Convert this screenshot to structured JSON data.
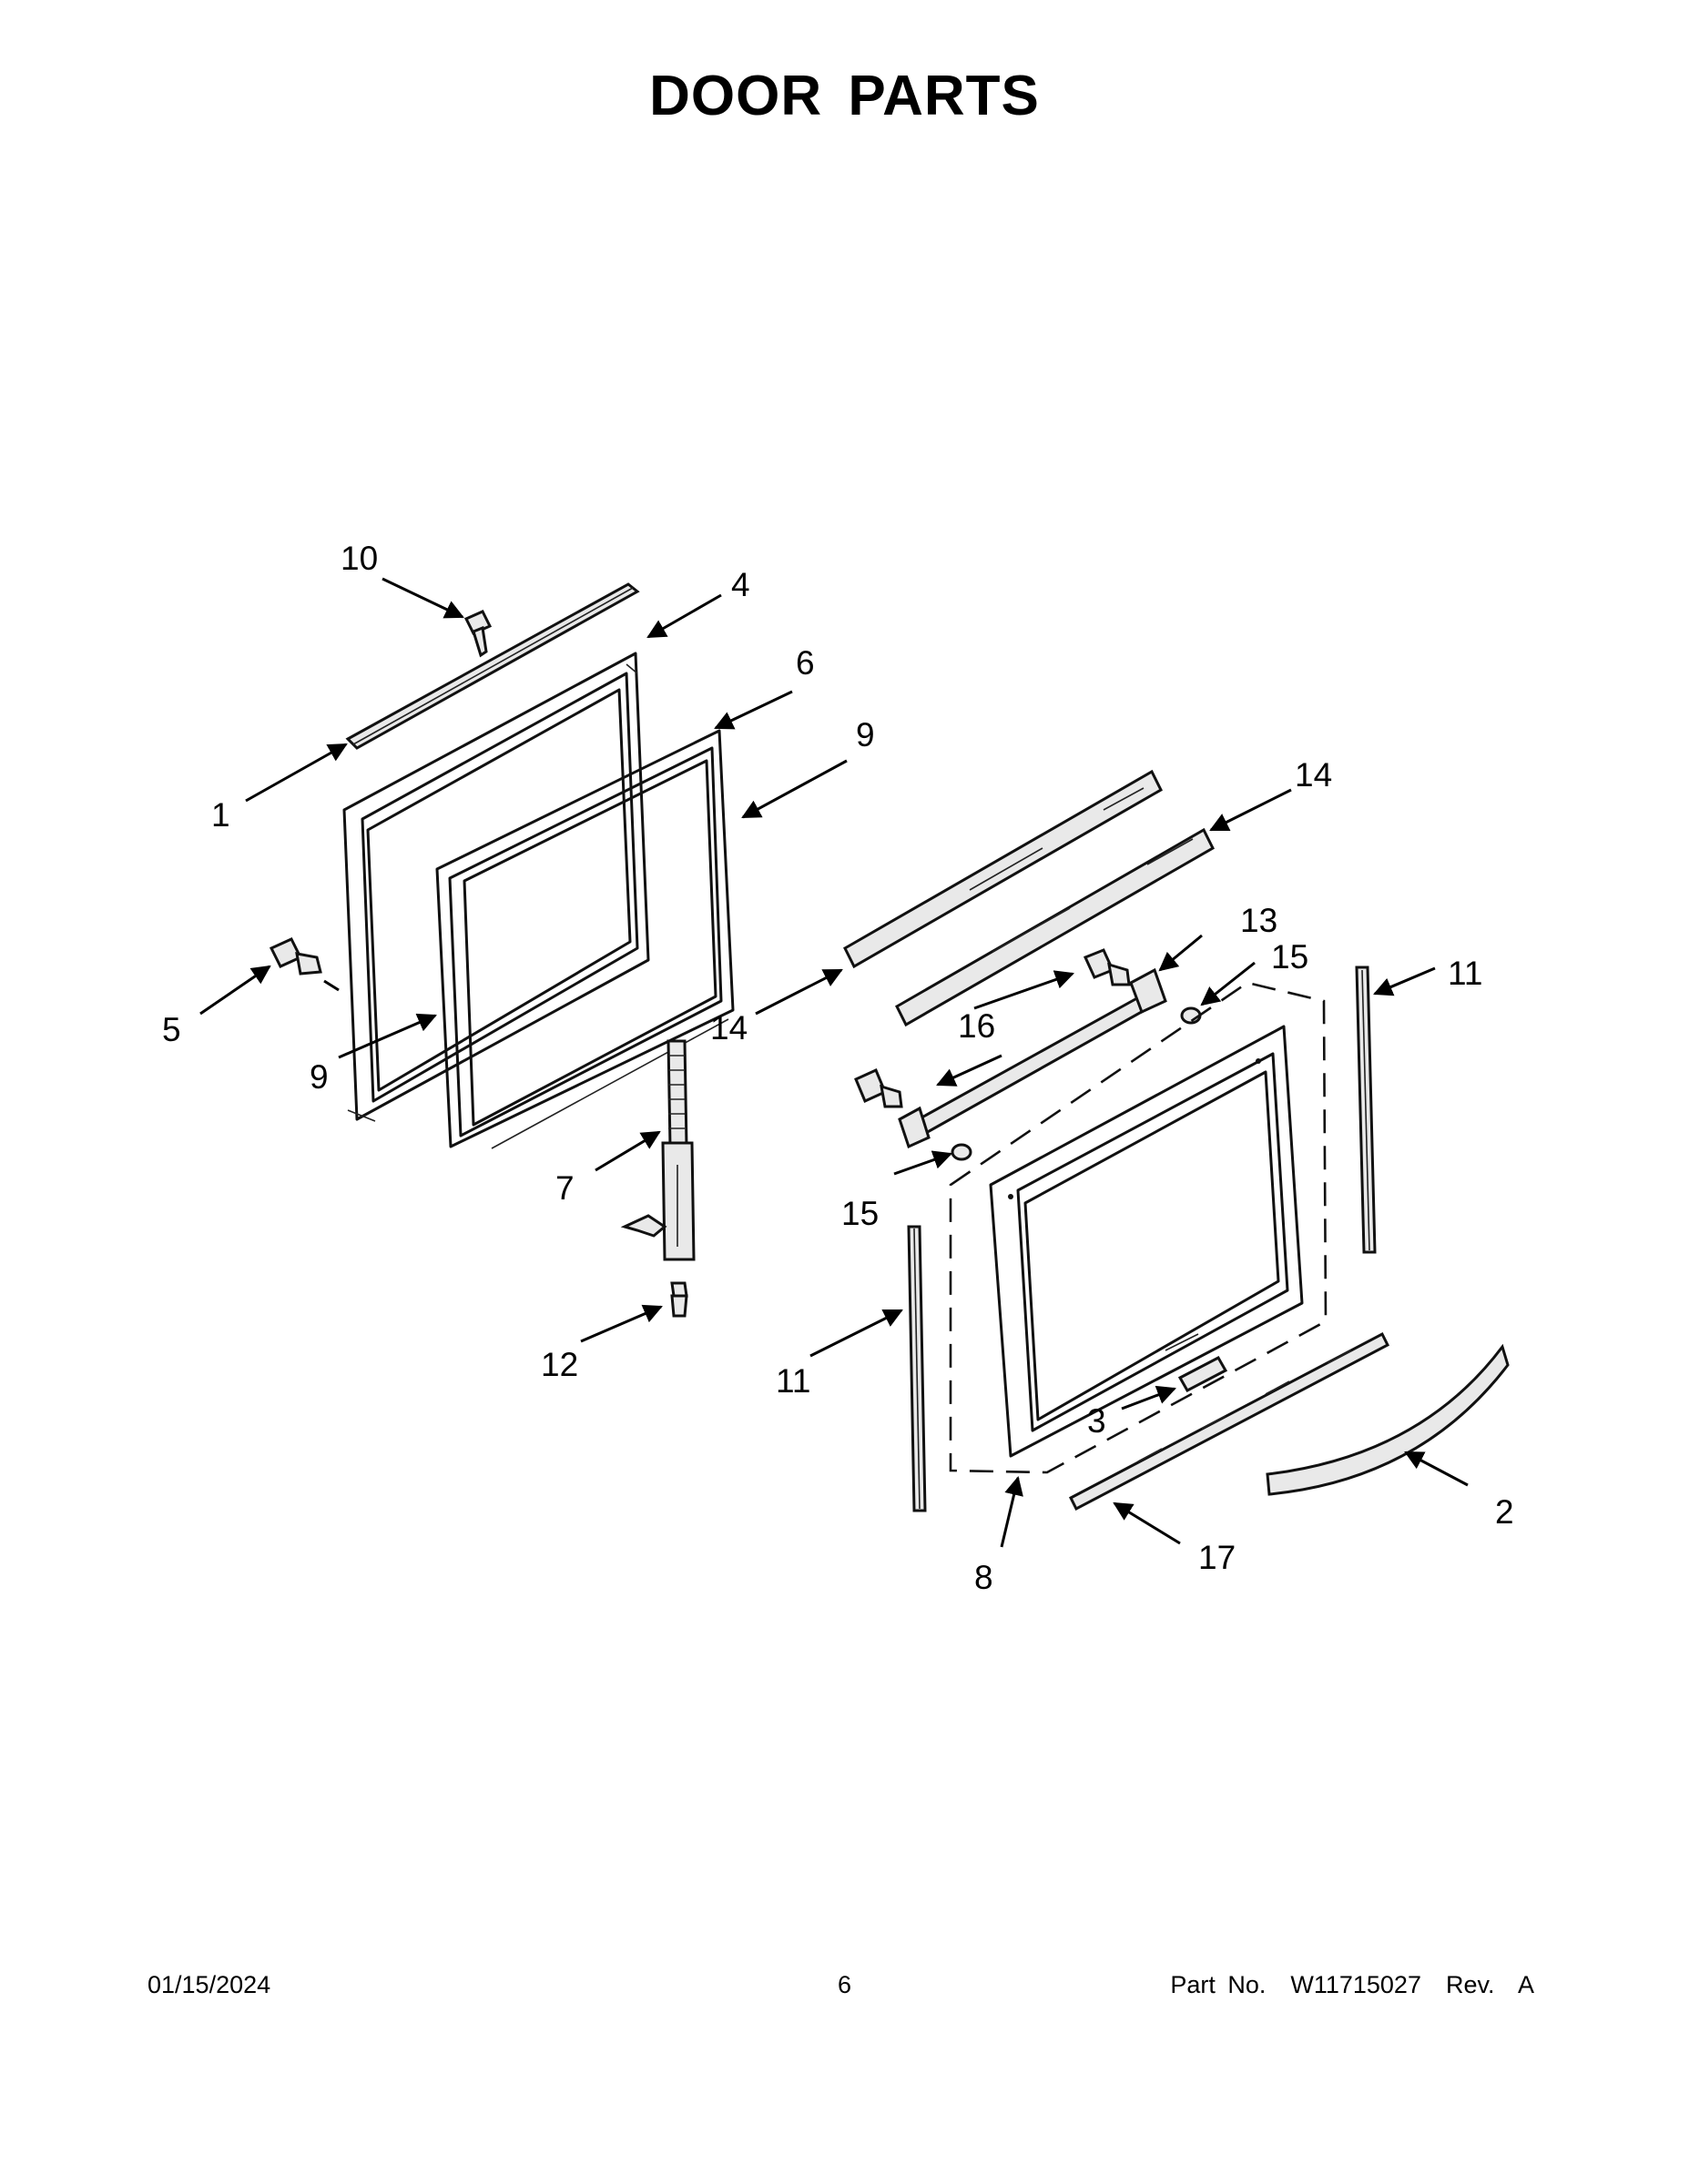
{
  "title": "DOOR PARTS",
  "footer": {
    "date": "01/15/2024",
    "page": "6",
    "part_number": "Part No.  W11715027  Rev.  A"
  },
  "callouts": {
    "c1": "1",
    "c2": "2",
    "c3": "3",
    "c4": "4",
    "c5": "5",
    "c6": "6",
    "c7": "7",
    "c8": "8",
    "c9a": "9",
    "c9b": "9",
    "c10": "10",
    "c11a": "11",
    "c11b": "11",
    "c12": "12",
    "c13": "13",
    "c14a": "14",
    "c14b": "14",
    "c15a": "15",
    "c15b": "15",
    "c16": "16",
    "c17": "17"
  }
}
